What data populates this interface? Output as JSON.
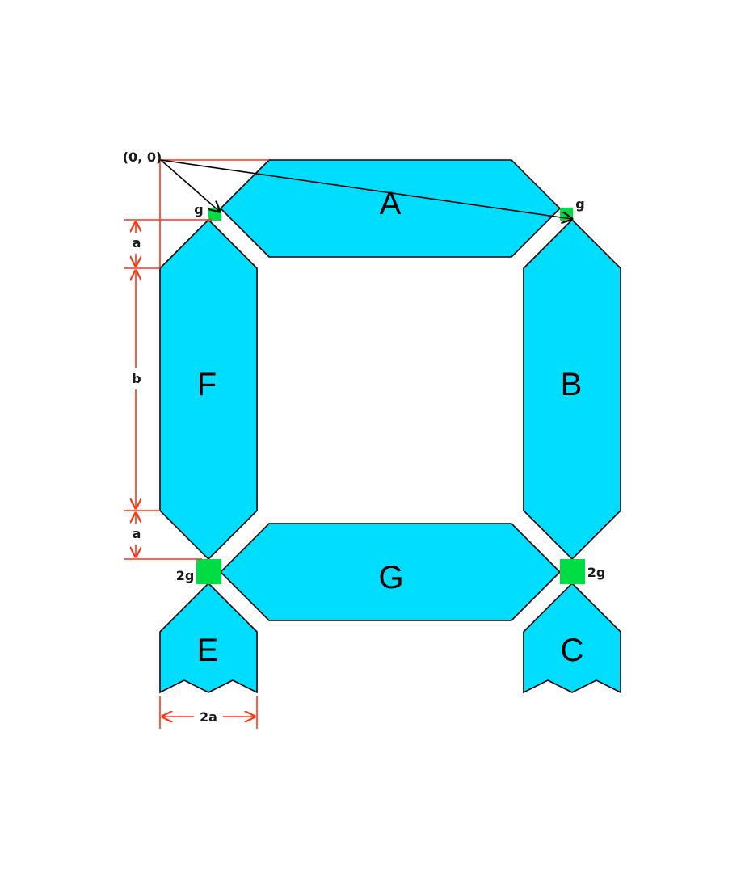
{
  "diagram": {
    "origin_label": "(0, 0)",
    "segments": {
      "a": "A",
      "b": "B",
      "c": "C",
      "e": "E",
      "f": "F",
      "g": "G"
    },
    "gap_labels": {
      "top_left": "g",
      "top_right": "g",
      "bottom_left": "2g",
      "bottom_right": "2g"
    },
    "dimensions": {
      "a_top": "a",
      "b": "b",
      "a_bottom": "a",
      "width": "2a"
    },
    "colors": {
      "segment_fill": "#00DDFF",
      "gap_fill": "#00DD44",
      "dimension_line": "#FF3311",
      "outline": "#000000"
    }
  }
}
